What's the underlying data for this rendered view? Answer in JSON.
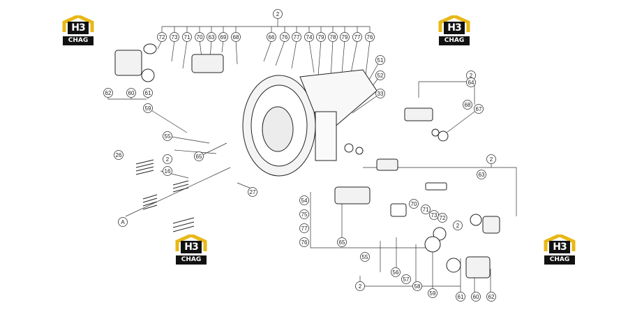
{
  "logo": {
    "main": "H3",
    "sub": "CHAG",
    "accent": "#e8b818",
    "dark": "#111111"
  },
  "callouts": [
    {
      "label": "2"
    },
    {
      "label": "72"
    },
    {
      "label": "73"
    },
    {
      "label": "71"
    },
    {
      "label": "70"
    },
    {
      "label": "63"
    },
    {
      "label": "69"
    },
    {
      "label": "68"
    },
    {
      "label": "66"
    },
    {
      "label": "76"
    },
    {
      "label": "77"
    },
    {
      "label": "74"
    },
    {
      "label": "79"
    },
    {
      "label": "78"
    },
    {
      "label": "79"
    },
    {
      "label": "77"
    },
    {
      "label": "76"
    },
    {
      "label": "51"
    },
    {
      "label": "52"
    },
    {
      "label": "33"
    },
    {
      "label": "62"
    },
    {
      "label": "60"
    },
    {
      "label": "61"
    },
    {
      "label": "59"
    },
    {
      "label": "55"
    },
    {
      "label": "2"
    },
    {
      "label": "65"
    },
    {
      "label": "26"
    },
    {
      "label": "16"
    },
    {
      "label": "27"
    },
    {
      "label": "A"
    },
    {
      "label": "54"
    },
    {
      "label": "75"
    },
    {
      "label": "77"
    },
    {
      "label": "76"
    },
    {
      "label": "65"
    },
    {
      "label": "55"
    },
    {
      "label": "56"
    },
    {
      "label": "57"
    },
    {
      "label": "58"
    },
    {
      "label": "59"
    },
    {
      "label": "61"
    },
    {
      "label": "60"
    },
    {
      "label": "62"
    },
    {
      "label": "2"
    },
    {
      "label": "2"
    },
    {
      "label": "64"
    },
    {
      "label": "68"
    },
    {
      "label": "67"
    },
    {
      "label": "2"
    },
    {
      "label": "63"
    },
    {
      "label": "70"
    },
    {
      "label": "71"
    },
    {
      "label": "73"
    },
    {
      "label": "72"
    },
    {
      "label": "2"
    }
  ]
}
